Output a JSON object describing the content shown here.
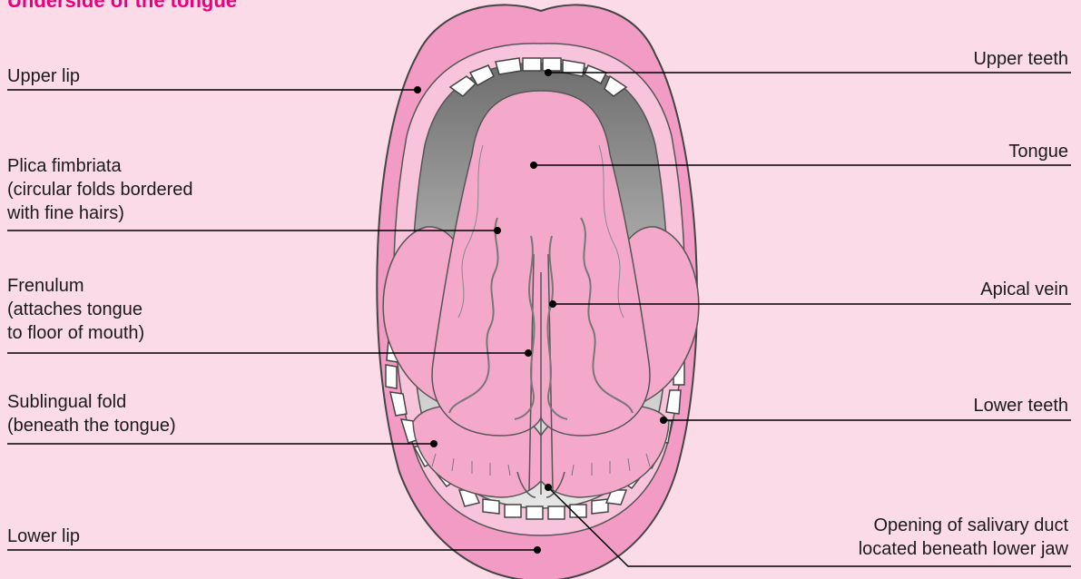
{
  "title": "Underside of the tongue",
  "labels": {
    "upper_lip": [
      "Upper lip"
    ],
    "plica": [
      "Plica fimbriata",
      "(circular folds bordered",
      "with fine hairs)"
    ],
    "frenulum": [
      "Frenulum",
      "(attaches tongue",
      "to floor of mouth)"
    ],
    "sublingual": [
      "Sublingual fold",
      "(beneath the tongue)"
    ],
    "lower_lip": [
      "Lower lip"
    ],
    "upper_teeth": [
      "Upper teeth"
    ],
    "tongue": [
      "Tongue"
    ],
    "apical_vein": [
      "Apical vein"
    ],
    "lower_teeth": [
      "Lower teeth"
    ],
    "salivary": [
      "Opening of salivary duct",
      "located beneath lower jaw"
    ]
  },
  "colors": {
    "background": "#fcdbe9",
    "title": "#e8007d",
    "lip": "#f29bc4",
    "lip_inner": "#f8c4db",
    "tongue": "#f5a9ca",
    "mouth_dark": "#777777",
    "mouth_light": "#d8d8d8",
    "teeth": "#ffffff",
    "outline": "#555555"
  }
}
